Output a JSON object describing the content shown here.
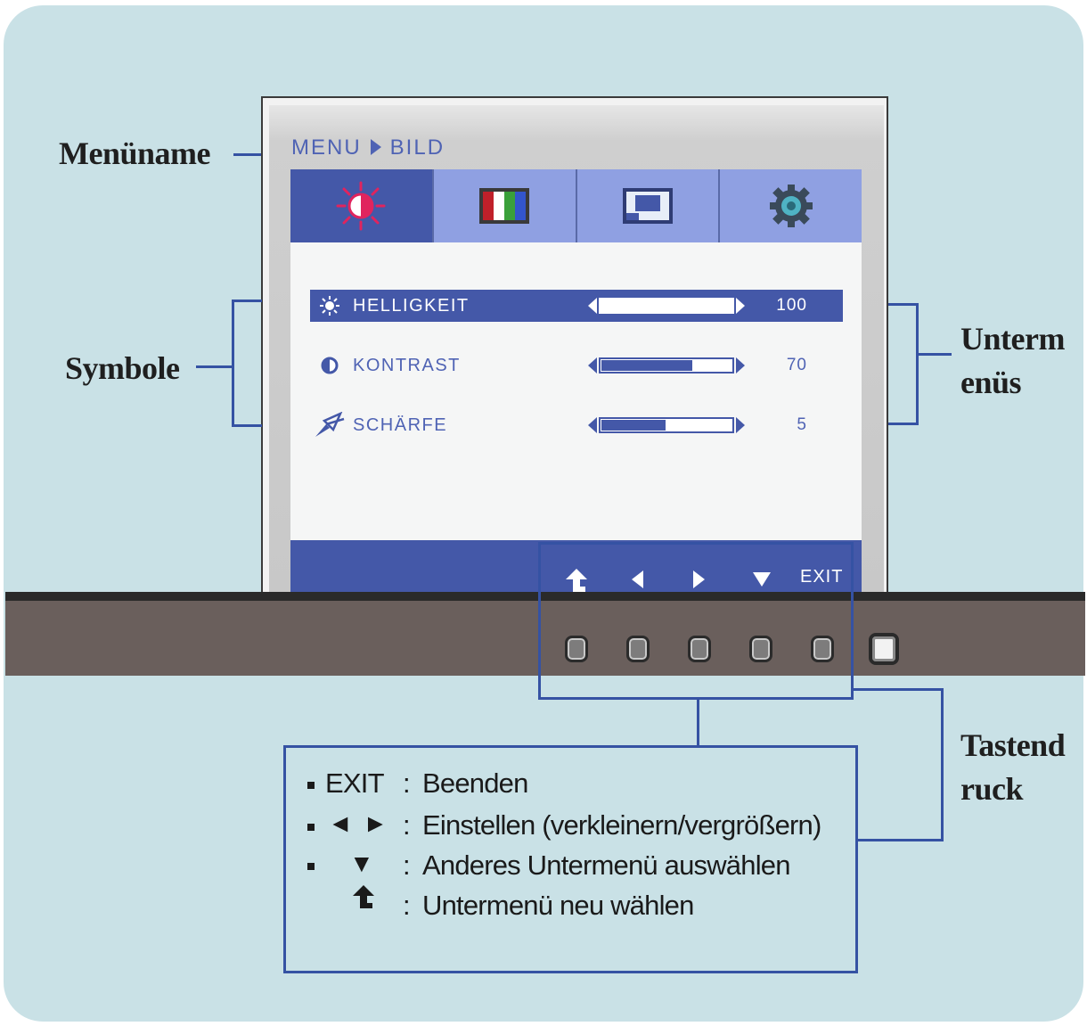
{
  "callouts": {
    "menu_name": "Menüname",
    "symbols": "Symbole",
    "submenus_line1": "Unterm",
    "submenus_line2": "enüs",
    "buttons_line1": "Tastend",
    "buttons_line2": "ruck"
  },
  "osd": {
    "breadcrumb_root": "MENU",
    "breadcrumb_current": "BILD",
    "tabs": [
      {
        "icon": "brightness-icon",
        "active": true
      },
      {
        "icon": "color-bars-icon",
        "active": false
      },
      {
        "icon": "picture-position-icon",
        "active": false
      },
      {
        "icon": "settings-gear-icon",
        "active": false
      }
    ],
    "rows": [
      {
        "icon": "sun-icon",
        "label": "HELLIGKEIT",
        "value": "100",
        "level": 1.0,
        "selected": true
      },
      {
        "icon": "contrast-icon",
        "label": "KONTRAST",
        "value": "70",
        "level": 0.7,
        "selected": false
      },
      {
        "icon": "sharpness-icon",
        "label": "SCHÄRFE",
        "value": "5",
        "level": 0.5,
        "selected": false
      }
    ],
    "footer": {
      "up_icon": "return-up-icon",
      "left_icon": "arrow-left-icon",
      "right_icon": "arrow-right-icon",
      "down_icon": "arrow-down-icon",
      "exit_label": "EXIT"
    }
  },
  "legend": {
    "items": [
      {
        "key": "EXIT",
        "desc": "Beenden"
      },
      {
        "key": "◄ ►",
        "desc": "Einstellen (verkleinern/vergrößern)"
      },
      {
        "key": "▼",
        "desc": "Anderes Untermenü auswählen"
      },
      {
        "key_icon": "return-up-icon",
        "desc": "Untermenü neu wählen"
      }
    ],
    "separator": ":"
  },
  "colors": {
    "background": "#c9e1e6",
    "accent": "#4458a8",
    "callout_line": "#3552a3",
    "bezel": "#6a5f5c"
  }
}
